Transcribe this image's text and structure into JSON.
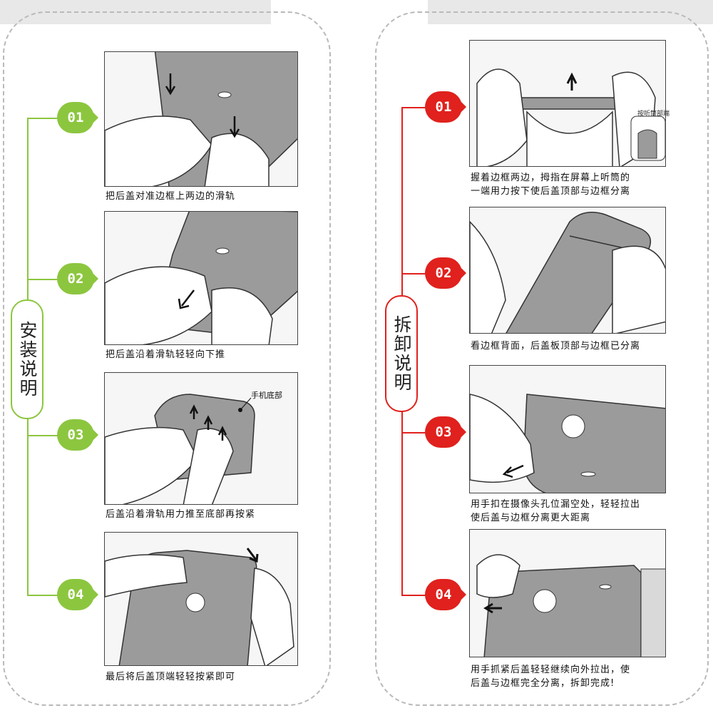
{
  "colors": {
    "install_accent": "#8cc63f",
    "remove_accent": "#e0211d",
    "phone_gray": "#9b9b9b"
  },
  "install": {
    "title": "安装说明",
    "steps": [
      {
        "num": "01",
        "caption": "把后盖对准边框上两边的滑轨"
      },
      {
        "num": "02",
        "caption": "把后盖沿着滑轨轻轻向下推"
      },
      {
        "num": "03",
        "caption": "后盖沿着滑轨用力推至底部再按紧",
        "callout": "手机底部"
      },
      {
        "num": "04",
        "caption": "最后将后盖顶端轻轻按紧即可"
      }
    ]
  },
  "remove": {
    "title": "拆卸说明",
    "steps": [
      {
        "num": "01",
        "caption_line1": "握着边框两边，拇指在屏幕上听筒的",
        "caption_line2": "一端用力按下使后盖顶部与边框分离",
        "callout": "按听筒部端"
      },
      {
        "num": "02",
        "caption_line1": "看边框背面，后盖板顶部与边框已分离"
      },
      {
        "num": "03",
        "caption_line1": "用手扣在摄像头孔位漏空处，轻轻拉出",
        "caption_line2": "使后盖与边框分离更大距离"
      },
      {
        "num": "04",
        "caption_line1": "用手抓紧后盖轻轻继续向外拉出，使",
        "caption_line2": "后盖与边框完全分离，拆卸完成!"
      }
    ]
  }
}
